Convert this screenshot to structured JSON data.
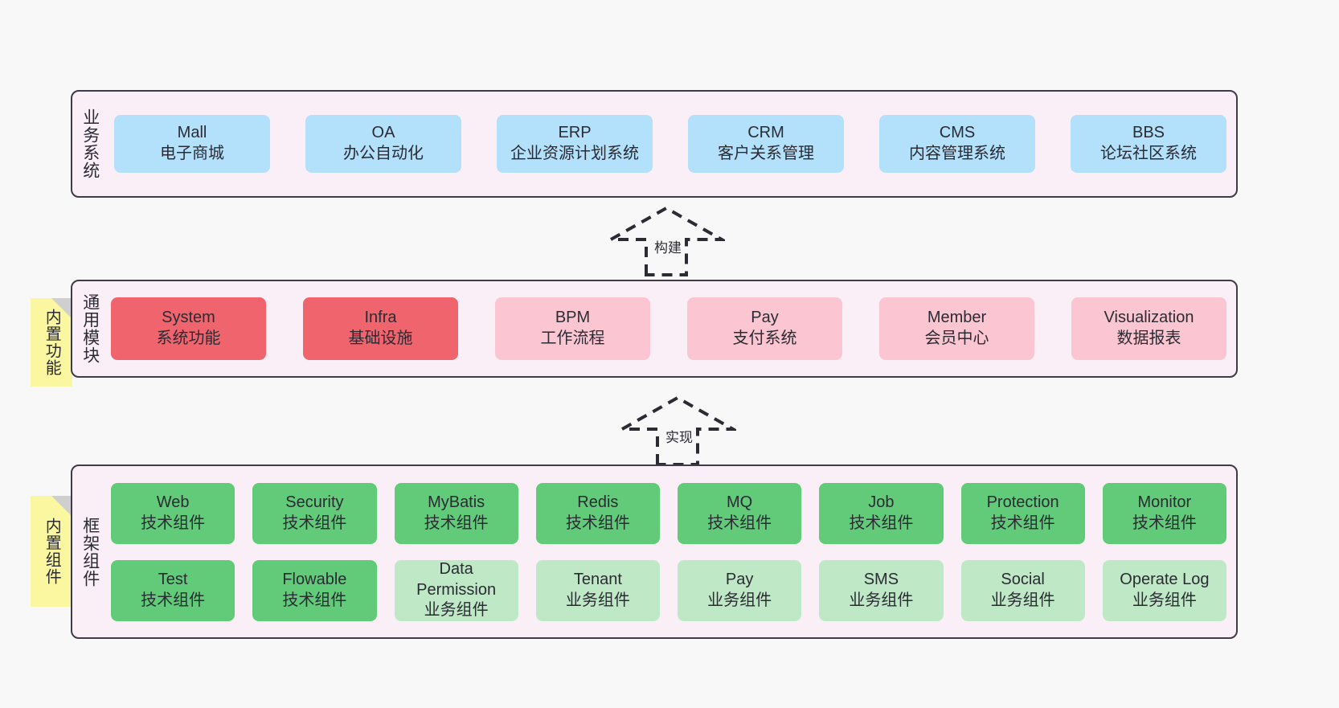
{
  "diagram": {
    "background": "#f8f8f8",
    "palette": {
      "layer_fill": "#faeef7",
      "layer_border": "#3f3b47",
      "business_box": "#b3e0fb",
      "module_core_box": "#f0646e",
      "module_box": "#fbc6d2",
      "framework_tech_box": "#61cb79",
      "framework_biz_box": "#bfe9c6",
      "note_fill": "#fbf7a0",
      "note_fold": "#cfcfcf"
    }
  },
  "layers": {
    "business": {
      "title": "业务系统",
      "items": [
        {
          "en": "Mall",
          "cn": "电子商城",
          "color": "blue"
        },
        {
          "en": "OA",
          "cn": "办公自动化",
          "color": "blue"
        },
        {
          "en": "ERP",
          "cn": "企业资源计划系统",
          "color": "blue"
        },
        {
          "en": "CRM",
          "cn": "客户关系管理",
          "color": "blue"
        },
        {
          "en": "CMS",
          "cn": "内容管理系统",
          "color": "blue"
        },
        {
          "en": "BBS",
          "cn": "论坛社区系统",
          "color": "blue"
        }
      ]
    },
    "module": {
      "title": "通用模块",
      "note": "内置功能",
      "items": [
        {
          "en": "System",
          "cn": "系统功能",
          "color": "red"
        },
        {
          "en": "Infra",
          "cn": "基础设施",
          "color": "red"
        },
        {
          "en": "BPM",
          "cn": "工作流程",
          "color": "pink"
        },
        {
          "en": "Pay",
          "cn": "支付系统",
          "color": "pink"
        },
        {
          "en": "Member",
          "cn": "会员中心",
          "color": "pink"
        },
        {
          "en": "Visualization",
          "cn": "数据报表",
          "color": "pink"
        }
      ]
    },
    "framework": {
      "title": "框架组件",
      "note": "内置组件",
      "row1": [
        {
          "en": "Web",
          "cn": "技术组件",
          "color": "green"
        },
        {
          "en": "Security",
          "cn": "技术组件",
          "color": "green"
        },
        {
          "en": "MyBatis",
          "cn": "技术组件",
          "color": "green"
        },
        {
          "en": "Redis",
          "cn": "技术组件",
          "color": "green"
        },
        {
          "en": "MQ",
          "cn": "技术组件",
          "color": "green"
        },
        {
          "en": "Job",
          "cn": "技术组件",
          "color": "green"
        },
        {
          "en": "Protection",
          "cn": "技术组件",
          "color": "green"
        },
        {
          "en": "Monitor",
          "cn": "技术组件",
          "color": "green"
        }
      ],
      "row2": [
        {
          "en": "Test",
          "cn": "技术组件",
          "color": "green"
        },
        {
          "en": "Flowable",
          "cn": "技术组件",
          "color": "green"
        },
        {
          "en": "Data Permission",
          "cn": "业务组件",
          "color": "lightgreen",
          "wrap": true
        },
        {
          "en": "Tenant",
          "cn": "业务组件",
          "color": "lightgreen"
        },
        {
          "en": "Pay",
          "cn": "业务组件",
          "color": "lightgreen"
        },
        {
          "en": "SMS",
          "cn": "业务组件",
          "color": "lightgreen"
        },
        {
          "en": "Social",
          "cn": "业务组件",
          "color": "lightgreen"
        },
        {
          "en": "Operate Log",
          "cn": "业务组件",
          "color": "lightgreen"
        }
      ]
    }
  },
  "arrows": {
    "build": {
      "label": "构建",
      "direction": "up"
    },
    "implement": {
      "label": "实现",
      "direction": "up"
    }
  }
}
